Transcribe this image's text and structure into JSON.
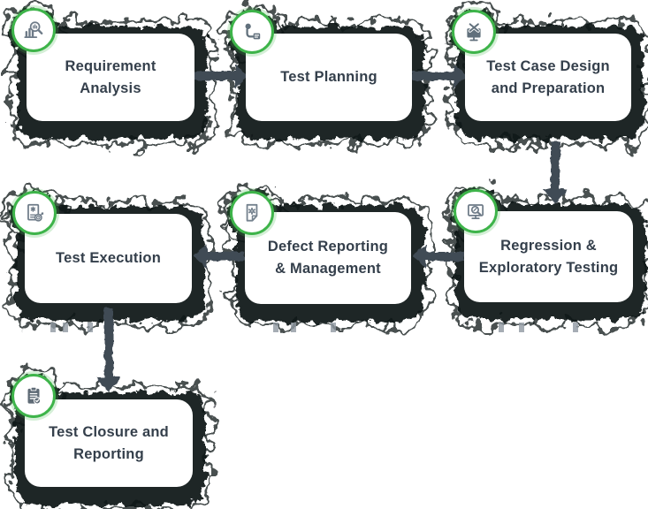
{
  "diagram": {
    "type": "flowchart",
    "colors": {
      "background": "#ffffff",
      "node_fill": "#ffffff",
      "node_text": "#343f4b",
      "accent_green": "#3eb44a",
      "arrow": "#414b55",
      "sketch_shadow": "#101418",
      "icon_gray": "#6e7b88"
    },
    "nodes": [
      {
        "id": "requirement-analysis",
        "label": [
          "Requirement",
          "Analysis"
        ],
        "icon": "bar-chart-magnifier-icon"
      },
      {
        "id": "test-planning",
        "label": [
          "Test Planning"
        ],
        "icon": "person-checklist-icon"
      },
      {
        "id": "test-case-design",
        "label": [
          "Test Case Design",
          "and Preparation"
        ],
        "icon": "monitor-pencil-ruler-icon"
      },
      {
        "id": "regression-exploratory",
        "label": [
          "Regression &",
          "Exploratory Testing"
        ],
        "icon": "monitor-magnifier-icon"
      },
      {
        "id": "defect-reporting",
        "label": [
          "Defect Reporting",
          "& Management"
        ],
        "icon": "document-gear-icon"
      },
      {
        "id": "test-execution",
        "label": [
          "Test Execution"
        ],
        "icon": "document-gear-target-icon"
      },
      {
        "id": "test-closure",
        "label": [
          "Test Closure and",
          "Reporting"
        ],
        "icon": "clipboard-report-icon"
      }
    ],
    "arrows": [
      {
        "from": "requirement-analysis",
        "to": "test-planning",
        "direction": "right"
      },
      {
        "from": "test-planning",
        "to": "test-case-design",
        "direction": "right"
      },
      {
        "from": "test-case-design",
        "to": "regression-exploratory",
        "direction": "down"
      },
      {
        "from": "regression-exploratory",
        "to": "defect-reporting",
        "direction": "left"
      },
      {
        "from": "defect-reporting",
        "to": "test-execution",
        "direction": "left"
      },
      {
        "from": "test-execution",
        "to": "test-closure",
        "direction": "down"
      }
    ]
  }
}
